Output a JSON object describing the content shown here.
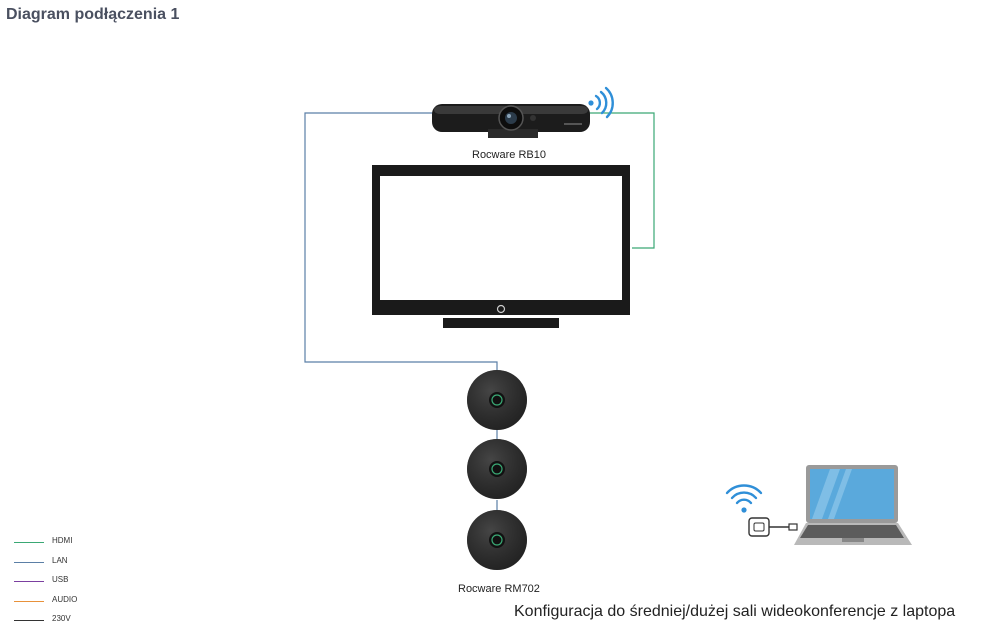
{
  "title": "Diagram podłączenia 1",
  "camera": {
    "label": "Rocware RB10"
  },
  "speakerphone": {
    "label": "Rocware RM702"
  },
  "caption": "Konfiguracja do średniej/dużej sali wideokonferencje z laptopa",
  "legend": [
    {
      "label": "HDMI",
      "color": "#3aa874"
    },
    {
      "label": "LAN",
      "color": "#5b7fa6"
    },
    {
      "label": "USB",
      "color": "#7b3fa0"
    },
    {
      "label": "AUDIO",
      "color": "#e8913a"
    },
    {
      "label": "230V",
      "color": "#333333"
    }
  ],
  "colors": {
    "wifi": "#2f8fd8",
    "device": "#1a1a1a",
    "laptop_screen": "#5aa9dc"
  }
}
